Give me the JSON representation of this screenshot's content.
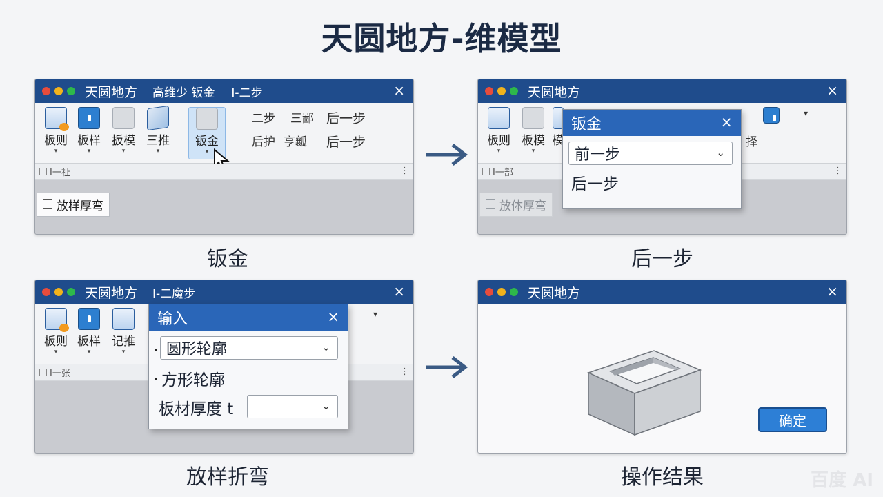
{
  "main_title": "天圆地方-维模型",
  "panel1": {
    "title": "天圆地方",
    "title_extra": "高维少 钣金",
    "title_extra2": "I-二步",
    "close": "×",
    "ribbon": [
      "板则",
      "板样",
      "扳模",
      "三推",
      "钣金"
    ],
    "side_text": [
      "二步",
      "三鄙",
      "后护",
      "亨瓤",
      "后一步",
      "后一步"
    ],
    "status": "I一祉",
    "status_dots": "⋮",
    "chip": "放样厚弯",
    "caption": "钣金"
  },
  "panel2": {
    "title": "天圆地方",
    "close": "×",
    "ribbon": [
      "板则",
      "板模",
      "模"
    ],
    "side_text": [
      "择"
    ],
    "status": "I一部",
    "status_dots": "⋮",
    "chip": "放体厚弯",
    "dialog": {
      "title": "钣金",
      "close": "×",
      "dropdown_value": "前一步",
      "option": "后一步"
    },
    "caption": "后一步"
  },
  "panel3": {
    "title": "天圆地方",
    "title_extra": "I-二魔步",
    "close": "×",
    "ribbon": [
      "板则",
      "板样",
      "记推"
    ],
    "status": "I一张",
    "status_dots": "⋮",
    "dialog": {
      "title": "输入",
      "close": "×",
      "dropdown_value": "圆形轮廓",
      "option": "方形轮廓",
      "thickness_label": "板材厚度 t",
      "thickness_value": ""
    },
    "caption": "放样折弯"
  },
  "panel4": {
    "title": "天圆地方",
    "close": "×",
    "ok_button": "确定",
    "caption": "操作结果"
  },
  "watermark": "百度 AI",
  "colors": {
    "titlebar": "#1f4c8c",
    "dialog_title": "#2a66b8",
    "arrow": "#3a5a84",
    "ok_button": "#2d7fd6"
  }
}
